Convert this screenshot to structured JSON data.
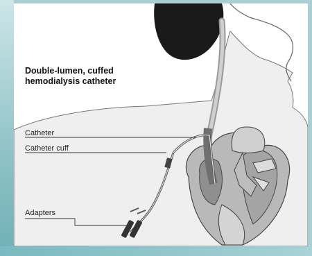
{
  "diagram": {
    "title": "Double-lumen, cuffed hemodialysis catheter",
    "labels": {
      "catheter": "Catheter",
      "catheter_cuff": "Catheter cuff",
      "adapters": "Adapters"
    }
  }
}
